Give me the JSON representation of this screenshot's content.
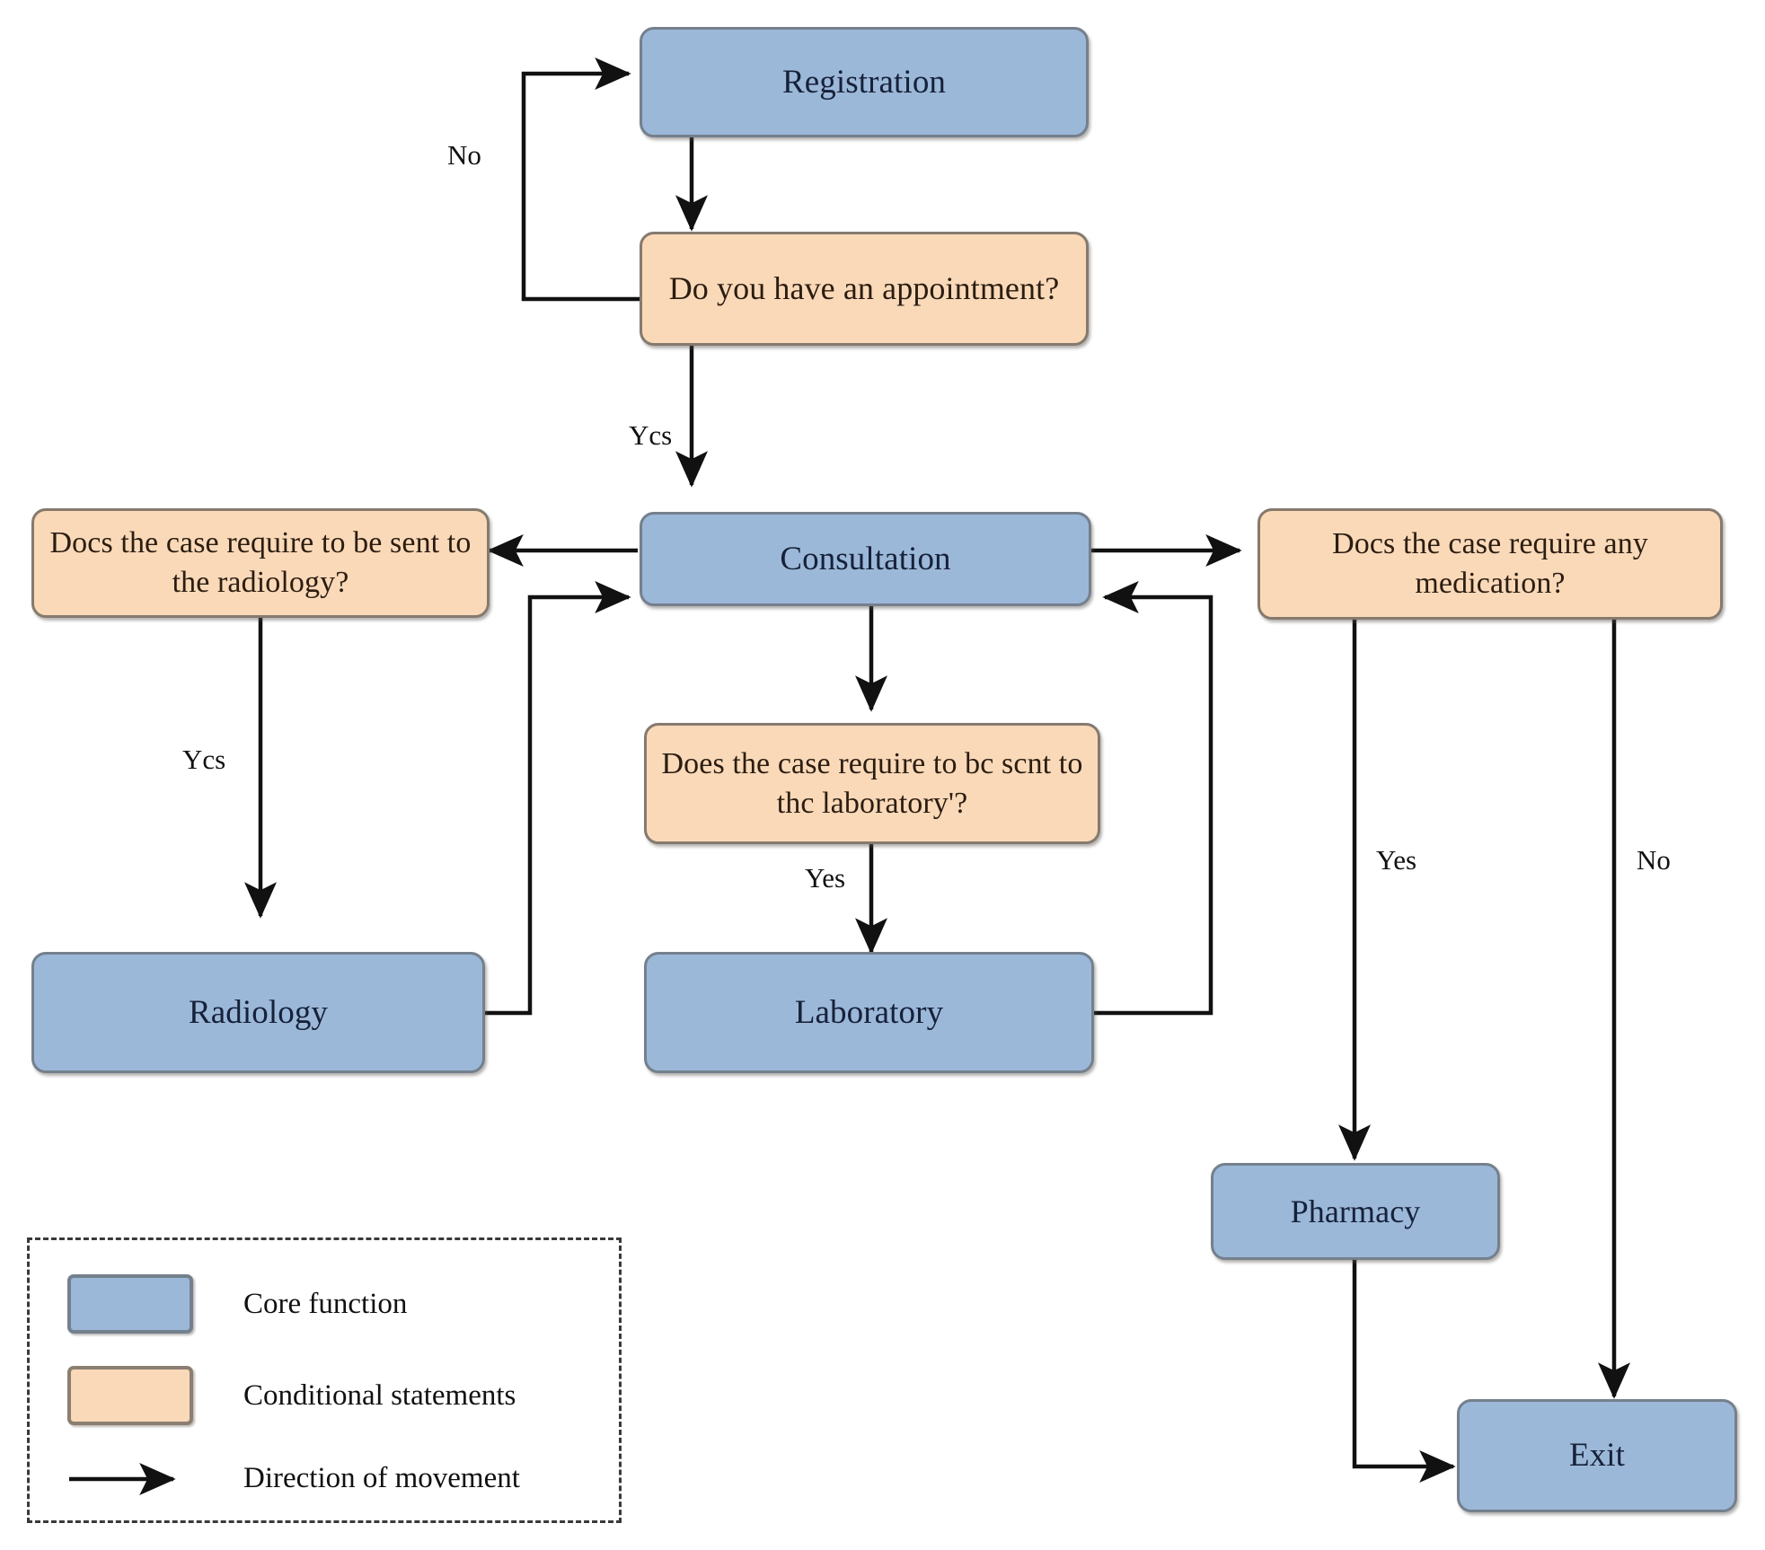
{
  "diagram": {
    "title": "Hospital patient flow flowchart",
    "colors": {
      "core_fill": "#9cb8d8",
      "conditional_fill": "#fad9b9",
      "border": "#7b7267",
      "arrow": "#111111",
      "legend_border": "#3a3a3a",
      "background": "#ffffff"
    },
    "nodes": {
      "registration": {
        "label": "Registration",
        "type": "core"
      },
      "appointment": {
        "label": "Do you have an appointment?",
        "type": "conditional"
      },
      "consultation": {
        "label": "Consultation",
        "type": "core"
      },
      "radiology_decision": {
        "label": "Docs the case require  to be sent to the radiology?",
        "type": "conditional"
      },
      "medication_decision": {
        "label": "Docs the case require any medication?",
        "type": "conditional"
      },
      "laboratory_decision": {
        "label": "Does the case require to bc scnt to thc laboratory'?",
        "type": "conditional"
      },
      "radiology": {
        "label": "Radiology",
        "type": "core"
      },
      "laboratory": {
        "label": "Laboratory",
        "type": "core"
      },
      "pharmacy": {
        "label": "Pharmacy",
        "type": "core"
      },
      "exit": {
        "label": "Exit",
        "type": "core"
      }
    },
    "edge_labels": {
      "appointment_no": "No",
      "appointment_yes": "Ycs",
      "radiology_yes": "Ycs",
      "laboratory_yes": "Yes",
      "medication_yes": "Yes",
      "medication_no": "No"
    },
    "edges": [
      {
        "from": "registration",
        "to": "appointment",
        "label": ""
      },
      {
        "from": "appointment",
        "to": "registration",
        "label": "No"
      },
      {
        "from": "appointment",
        "to": "consultation",
        "label": "Ycs"
      },
      {
        "from": "consultation",
        "to": "radiology_decision",
        "label": ""
      },
      {
        "from": "consultation",
        "to": "medication_decision",
        "label": ""
      },
      {
        "from": "consultation",
        "to": "laboratory_decision",
        "label": ""
      },
      {
        "from": "radiology_decision",
        "to": "radiology",
        "label": "Ycs"
      },
      {
        "from": "radiology",
        "to": "consultation",
        "label": ""
      },
      {
        "from": "laboratory_decision",
        "to": "laboratory",
        "label": "Yes"
      },
      {
        "from": "laboratory",
        "to": "consultation",
        "label": ""
      },
      {
        "from": "medication_decision",
        "to": "pharmacy",
        "label": "Yes"
      },
      {
        "from": "medication_decision",
        "to": "exit",
        "label": "No"
      },
      {
        "from": "pharmacy",
        "to": "exit",
        "label": ""
      }
    ]
  },
  "legend": {
    "items": [
      {
        "kind": "swatch-core",
        "label": "Core function"
      },
      {
        "kind": "swatch-conditional",
        "label": "Conditional statements"
      },
      {
        "kind": "arrow",
        "label": "Direction of movement"
      }
    ]
  }
}
